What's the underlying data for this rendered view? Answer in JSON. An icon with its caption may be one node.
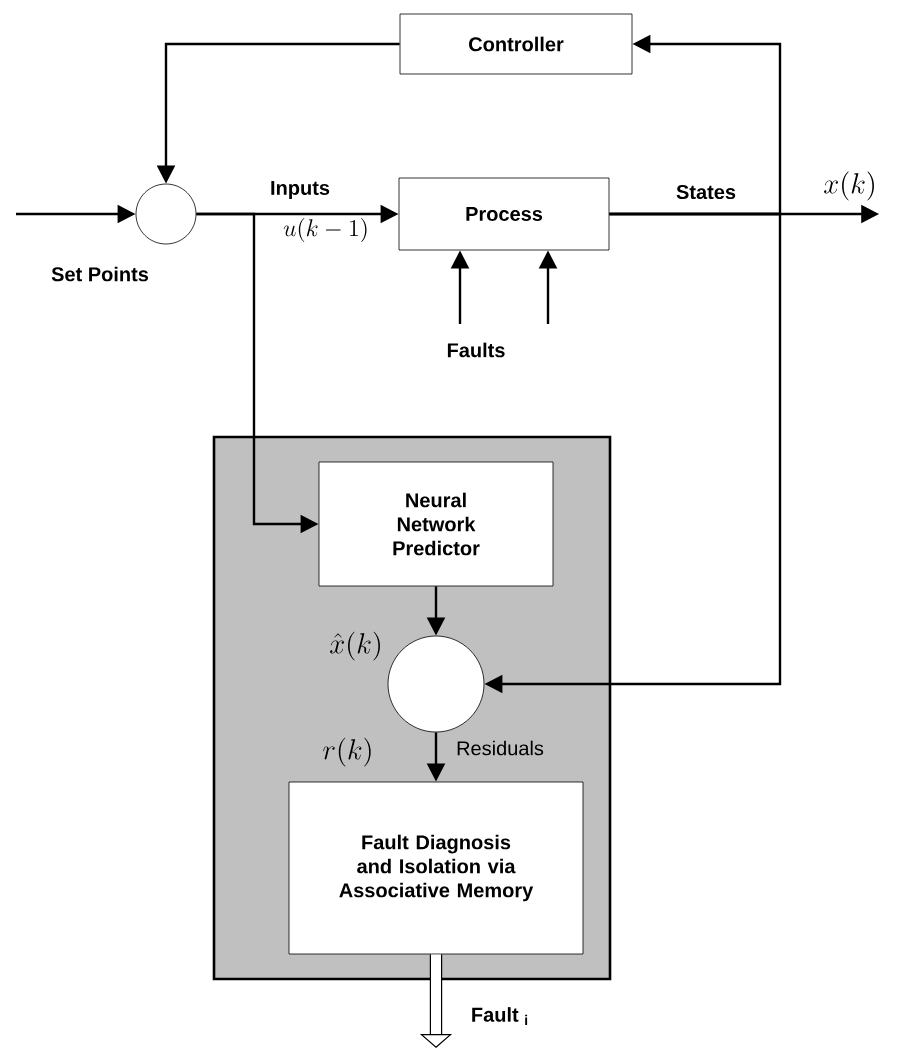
{
  "diagram": {
    "nodes": [
      {
        "text": [
          "Controller"
        ]
      },
      {
        "text": [],
        "shape": "circle",
        "beside": [
          "Set Points"
        ]
      },
      {
        "text": [
          "Process"
        ]
      },
      {
        "text": [],
        "shape": "box"
      },
      {
        "text": [
          "Neural Network Predictor"
        ],
        "in": 3
      },
      {
        "text": [],
        "shape": "circle",
        "in": 3
      },
      {
        "text": [
          "Fault Diagnosis and Isolation via Associative Memory"
        ],
        "in": 3
      },
      {
        "text": [
          "x(k)"
        ]
      }
    ],
    "edges": [
      {
        "from": 0,
        "to": 1,
        "arrow": "to"
      },
      {
        "from": null,
        "to": 1,
        "arrow": "to"
      },
      {
        "from": 1,
        "to": 2,
        "arrow": "to",
        "label": "Inputs"
      },
      {
        "from": 2,
        "to": 7,
        "arrow": "to",
        "label": "States"
      },
      {
        "from": null,
        "to": 2,
        "arrow": "to"
      },
      {
        "from": null,
        "to": 2,
        "arrow": "to"
      },
      {
        "from": 1,
        "to": 4,
        "arrow": "to"
      },
      {
        "from": 2,
        "to": 0,
        "arrow": "to"
      },
      {
        "from": 2,
        "to": 5,
        "arrow": "to"
      },
      {
        "from": 4,
        "to": 5,
        "arrow": "to"
      },
      {
        "from": 5,
        "to": 6,
        "arrow": "to"
      },
      {
        "from": 6,
        "to": null,
        "arrow": "to",
        "label": "Fault $_{i}$",
        "style": "thick"
      }
    ],
    "labels": [
      "u(k-1)",
      "Faults",
      "\\hat{x}(k)",
      "r(k)",
      "Residuals"
    ]
  }
}
